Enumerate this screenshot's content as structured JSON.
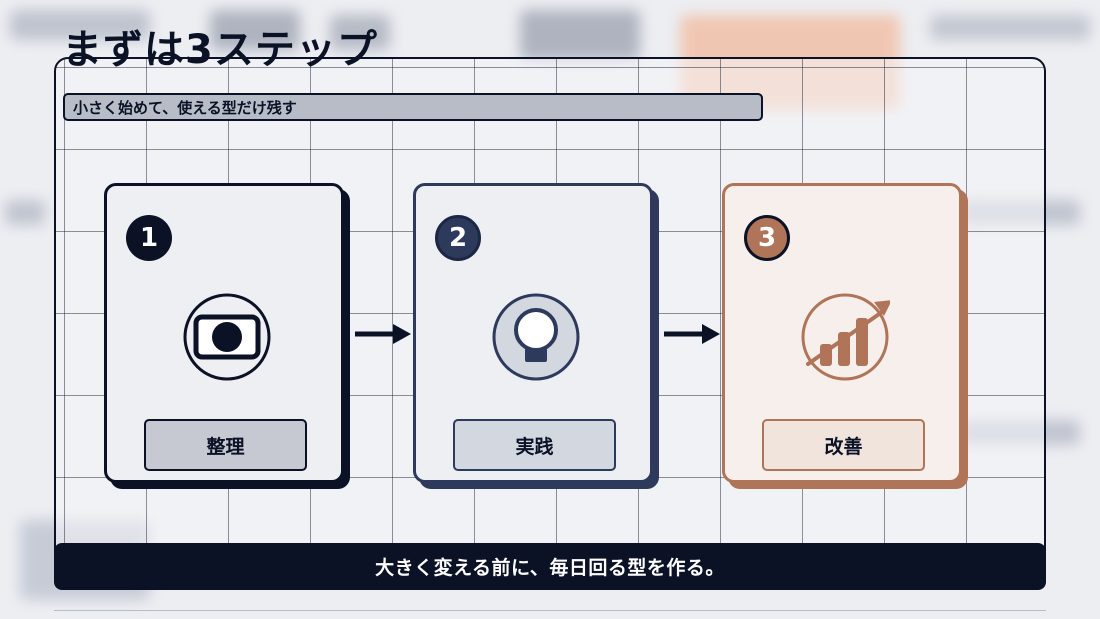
{
  "header": {
    "title": "まずは3ステップ",
    "subtitle": "小さく始めて、使える型だけ残す"
  },
  "steps": [
    {
      "number": "1",
      "label": "整理",
      "icon": "card-circle-icon",
      "color": "#0b1226"
    },
    {
      "number": "2",
      "label": "実践",
      "icon": "lightbulb-icon",
      "color": "#2d3a5c"
    },
    {
      "number": "3",
      "label": "改善",
      "icon": "growth-chart-icon",
      "color": "#b07458"
    }
  ],
  "footer": {
    "message": "大きく変える前に、毎日回る型を作る。"
  },
  "colors": {
    "primary": "#0b1226",
    "secondary": "#2d3a5c",
    "accent": "#b07458",
    "background": "#eceef2"
  }
}
